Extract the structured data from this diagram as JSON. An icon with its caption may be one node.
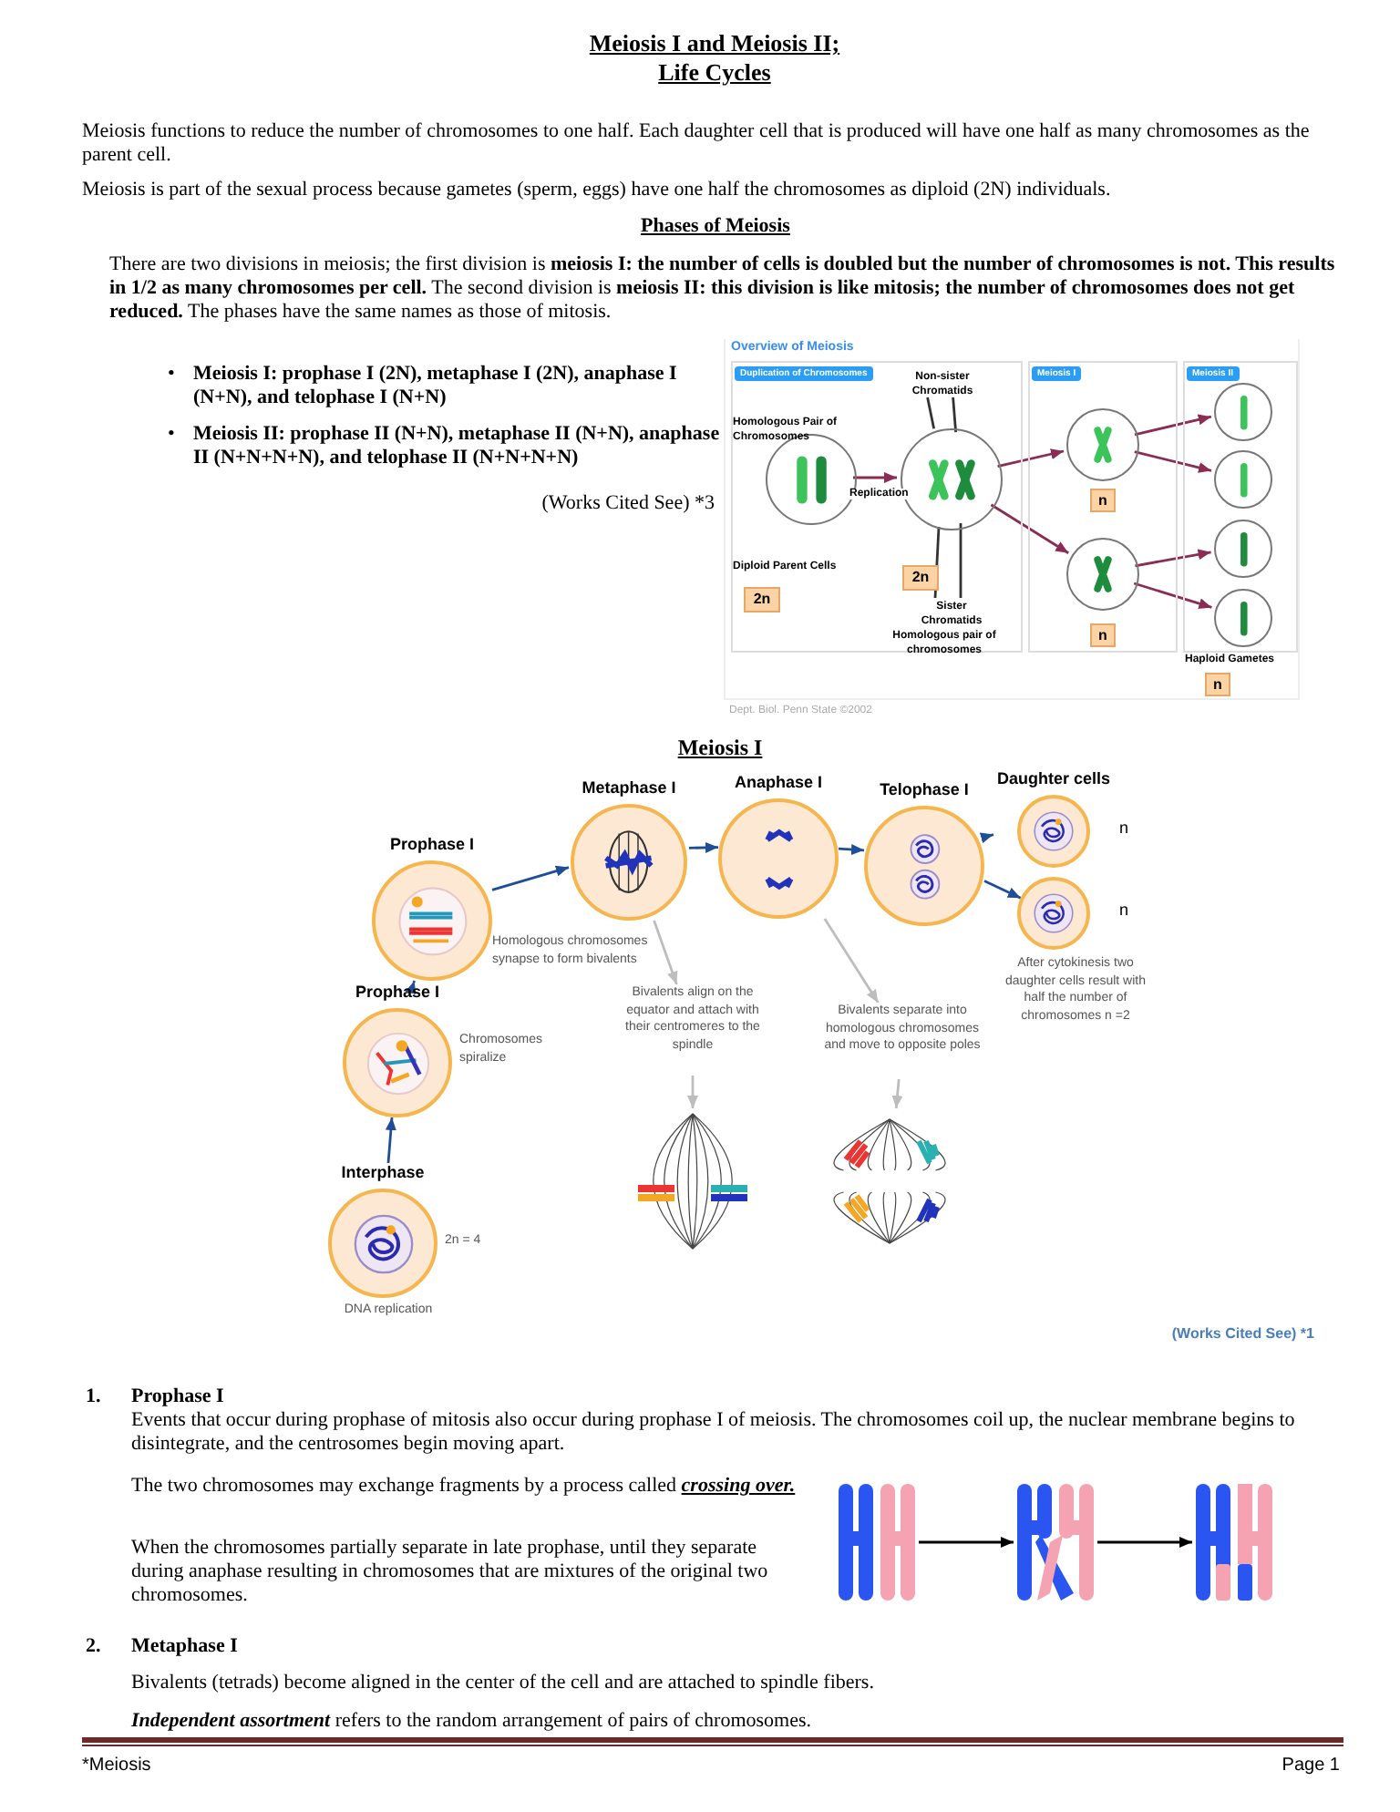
{
  "diagram": {
    "title": "Meiosis I and Meiosis II; Life Cycles",
    "nodes": [
      {
        "text": [
          "Overview of Meiosis"
        ]
      },
      {
        "text": [
          "Duplication of Chromosomes"
        ],
        "in": 0
      },
      {
        "text": [
          "Meiosis I"
        ],
        "in": 0
      },
      {
        "text": [
          "Meiosis II"
        ],
        "in": 0
      },
      {
        "text": [],
        "shape": "circle",
        "in": 1
      },
      {
        "text": [
          "2n"
        ],
        "in": 1
      },
      {
        "text": [],
        "shape": "circle",
        "in": 1
      },
      {
        "text": [
          "2n"
        ],
        "in": 1
      },
      {
        "text": [
          "Non-sister Chromatids"
        ],
        "in": 1
      },
      {
        "text": [
          "Sister Chromatids"
        ],
        "in": 1
      },
      {
        "text": [],
        "shape": "circle",
        "in": 2
      },
      {
        "text": [
          "n"
        ],
        "in": 2
      },
      {
        "text": [],
        "shape": "circle",
        "in": 2
      },
      {
        "text": [
          "n"
        ],
        "in": 2
      },
      {
        "text": [],
        "shape": "circle",
        "in": 3
      },
      {
        "text": [],
        "shape": "circle",
        "in": 3
      },
      {
        "text": [],
        "shape": "circle",
        "in": 3
      },
      {
        "text": [],
        "shape": "circle",
        "in": 3
      },
      {
        "text": [
          "n"
        ],
        "in": 0
      },
      {
        "text": [
          "Interphase"
        ],
        "beside": [
          "2n = 4",
          "DNA replication"
        ]
      },
      {
        "text": [
          "Prophase I"
        ],
        "beside": [
          "Chromosomes spiralize"
        ]
      },
      {
        "text": [
          "Prophase I"
        ],
        "beside": [
          "Homologous chromosomes synapse to form bivalents"
        ]
      },
      {
        "text": [
          "Metaphase I"
        ]
      },
      {
        "text": [
          "Anaphase I"
        ]
      },
      {
        "text": [
          "Telophase I"
        ]
      },
      {
        "text": [
          "Daughter cells"
        ],
        "beside": [
          "n"
        ]
      },
      {
        "text": [],
        "shape": "circle",
        "beside": [
          "n"
        ]
      },
      {
        "text": [
          "Bivalents align on the equator and attach with their centromeres to the spindle"
        ]
      },
      {
        "text": [
          "Bivalents separate into homologous chromosomes and move to opposite poles"
        ]
      },
      {
        "text": [],
        "shape": "picture"
      },
      {
        "text": [],
        "shape": "picture"
      },
      {
        "text": [],
        "shape": "picture"
      },
      {
        "text": [],
        "shape": "picture"
      },
      {
        "text": [],
        "shape": "picture"
      }
    ],
    "edges": [
      {
        "from": 4,
        "to": 6,
        "arrow": "to",
        "label": "Replication",
        "color": "#8b2c55"
      },
      {
        "from": 6,
        "to": 10,
        "arrow": "to",
        "color": "#8b2c55"
      },
      {
        "from": 6,
        "to": 12,
        "arrow": "to",
        "color": "#8b2c55"
      },
      {
        "from": 10,
        "to": 14,
        "arrow": "to",
        "color": "#8b2c55"
      },
      {
        "from": 10,
        "to": 15,
        "arrow": "to",
        "color": "#8b2c55"
      },
      {
        "from": 12,
        "to": 16,
        "arrow": "to",
        "color": "#8b2c55"
      },
      {
        "from": 12,
        "to": 17,
        "arrow": "to",
        "color": "#8b2c55"
      },
      {
        "from": 8,
        "to": 6,
        "arrow": "none",
        "color": "#333333"
      },
      {
        "from": 8,
        "to": 6,
        "arrow": "none",
        "color": "#333333"
      },
      {
        "from": 9,
        "to": 6,
        "arrow": "none",
        "color": "#333333"
      },
      {
        "from": 9,
        "to": 6,
        "arrow": "none",
        "color": "#333333"
      },
      {
        "from": 19,
        "to": 20,
        "arrow": "to",
        "color": "#1f4e99"
      },
      {
        "from": 20,
        "to": 21,
        "arrow": "to",
        "color": "#1f4e99"
      },
      {
        "from": 21,
        "to": 22,
        "arrow": "to",
        "color": "#1f4e99"
      },
      {
        "from": 22,
        "to": 23,
        "arrow": "to",
        "color": "#1f4e99"
      },
      {
        "from": 23,
        "to": 24,
        "arrow": "to",
        "color": "#1f4e99"
      },
      {
        "from": 24,
        "to": 25,
        "arrow": "to",
        "color": "#1f4e99"
      },
      {
        "from": 24,
        "to": 26,
        "arrow": "to",
        "color": "#1f4e99"
      },
      {
        "from": 22,
        "to": 27,
        "arrow": "to",
        "color": "#bdbdbd"
      },
      {
        "from": 27,
        "to": 29,
        "arrow": "to",
        "color": "#bdbdbd"
      },
      {
        "from": 23,
        "to": 28,
        "arrow": "to",
        "color": "#bdbdbd"
      },
      {
        "from": 28,
        "to": 30,
        "arrow": "to",
        "color": "#bdbdbd"
      },
      {
        "from": 31,
        "to": 32,
        "arrow": "to",
        "color": "#000000"
      },
      {
        "from": 32,
        "to": 33,
        "arrow": "to",
        "color": "#000000"
      }
    ],
    "labels": [
      "Meiosis functions to reduce the number of chromosomes to one half. Each daughter cell that is produced will have one half as many chromosomes as the parent cell.",
      "Meiosis is part of the sexual process because gametes (sperm, eggs) have one half the chromosomes as diploid (2N) individuals.",
      "Phases of Meiosis",
      "There are two divisions in meiosis; the first division is **meiosis I: the number of cells is doubled but the number of chromosomes is not. This results in 1/2 as many chromosomes per cell.** The second division is **meiosis II: this division is like mitosis; the number of chromosomes does not get reduced.** The phases have the same names as those of mitosis.",
      "•",
      "Meiosis I: prophase I (2N), metaphase I (2N), anaphase I (N+N), and telophase I (N+N)",
      "•",
      "Meiosis II: prophase II (N+N), metaphase II (N+N), anaphase II (N+N+N+N), and telophase II (N+N+N+N)",
      "(Works Cited See) *3",
      "Homologous Pair of Chromosomes",
      "Diploid Parent Cells",
      "Homologous pair of chromosomes",
      "Haploid Gametes",
      "Dept. Biol. Penn State ©2002",
      "Meiosis I",
      "After cytokinesis two daughter cells result with half the number of chromosomes n =2",
      "(Works Cited See) *1",
      "1.",
      "Prophase I",
      "Events that occur during prophase of mitosis also occur during prophase I of meiosis. The chromosomes coil up, the nuclear membrane begins to disintegrate, and the centrosomes begin moving apart.",
      "The two chromosomes may exchange fragments by a process called **crossing over.**",
      "When the chromosomes partially separate in late prophase, until they separate during anaphase resulting in chromosomes that are mixtures of the original two chromosomes.",
      "2.",
      "Metaphase I",
      "Bivalents (tetrads) become aligned in the center of the cell and are attached to spindle fibers.",
      "**Independent assortment** refers to the random arrangement of pairs of chromosomes.",
      "*Meiosis",
      "Page 1"
    ]
  }
}
